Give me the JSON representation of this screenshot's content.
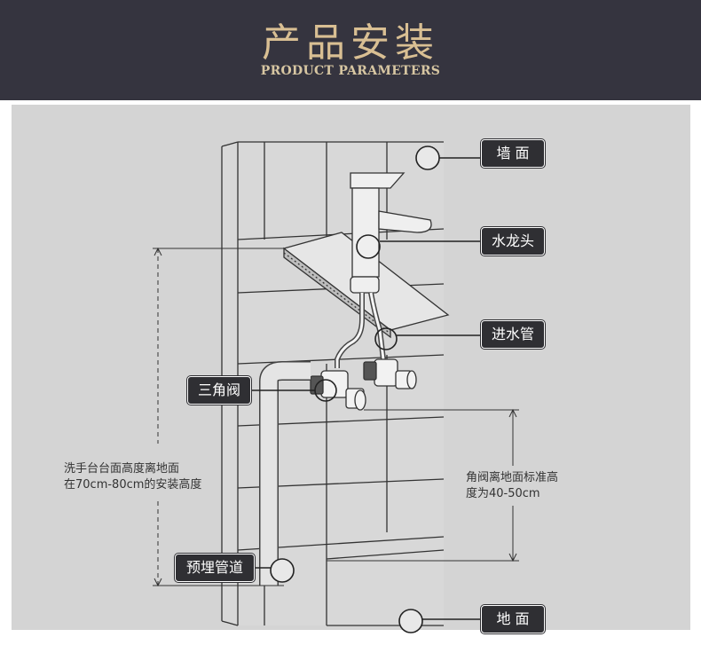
{
  "header": {
    "title": "产品安装",
    "subtitle": "PRODUCT PARAMETERS"
  },
  "labels": {
    "wall": "墙 面",
    "faucet": "水龙头",
    "inlet_pipe": "进水管",
    "angle_valve": "三角阀",
    "embedded_pipe": "预埋管道",
    "floor": "地 面"
  },
  "notes": {
    "basin_height_line1": "洗手台台面高度离地面",
    "basin_height_line2": "在70cm-80cm的安装高度",
    "valve_height_line1": "角阀离地面标准高",
    "valve_height_line2": "度为40-50cm"
  },
  "colors": {
    "header_bg": "#35343f",
    "title_gold": "#d9bf93",
    "panel_bg": "#d4d4d4",
    "callout_bg": "#2f2f33"
  }
}
